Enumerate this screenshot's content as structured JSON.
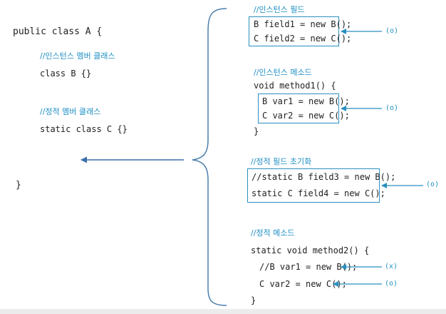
{
  "colors": {
    "accent": "#2a8fc0",
    "comment": "#1f8fc4",
    "arrow_left": "#3a6fa8"
  },
  "left": {
    "class_decl": "public class A {",
    "comment_instance_member": "//인스턴스 멤버 클래스",
    "class_b": "class B {}",
    "comment_static_member": "//정적 멤버 클래스",
    "class_c": "static class C {}",
    "close_brace": "}"
  },
  "right": {
    "instance_field": {
      "comment": "//인스턴스 필드",
      "line1": "B field1 = new B();",
      "line2": "C field2 = new C();",
      "mark": "(o)"
    },
    "instance_method": {
      "comment": "//인스턴스 메소드",
      "header": "void method1() {",
      "line1": "B var1 = new B();",
      "line2": "C var2 = new C();",
      "close": "}",
      "mark": "(o)"
    },
    "static_field_init": {
      "comment": "//정적 필드 초기화",
      "line1": "//static B field3 = new B();",
      "line2": "static C field4 = new C();",
      "mark": "(o)"
    },
    "static_method": {
      "comment": "//정적 메소드",
      "header": "static void method2() {",
      "line1": "//B var1 = new B();",
      "mark1": "(x)",
      "line2": "C var2 = new C();",
      "mark2": "(o)",
      "close": "}"
    }
  }
}
